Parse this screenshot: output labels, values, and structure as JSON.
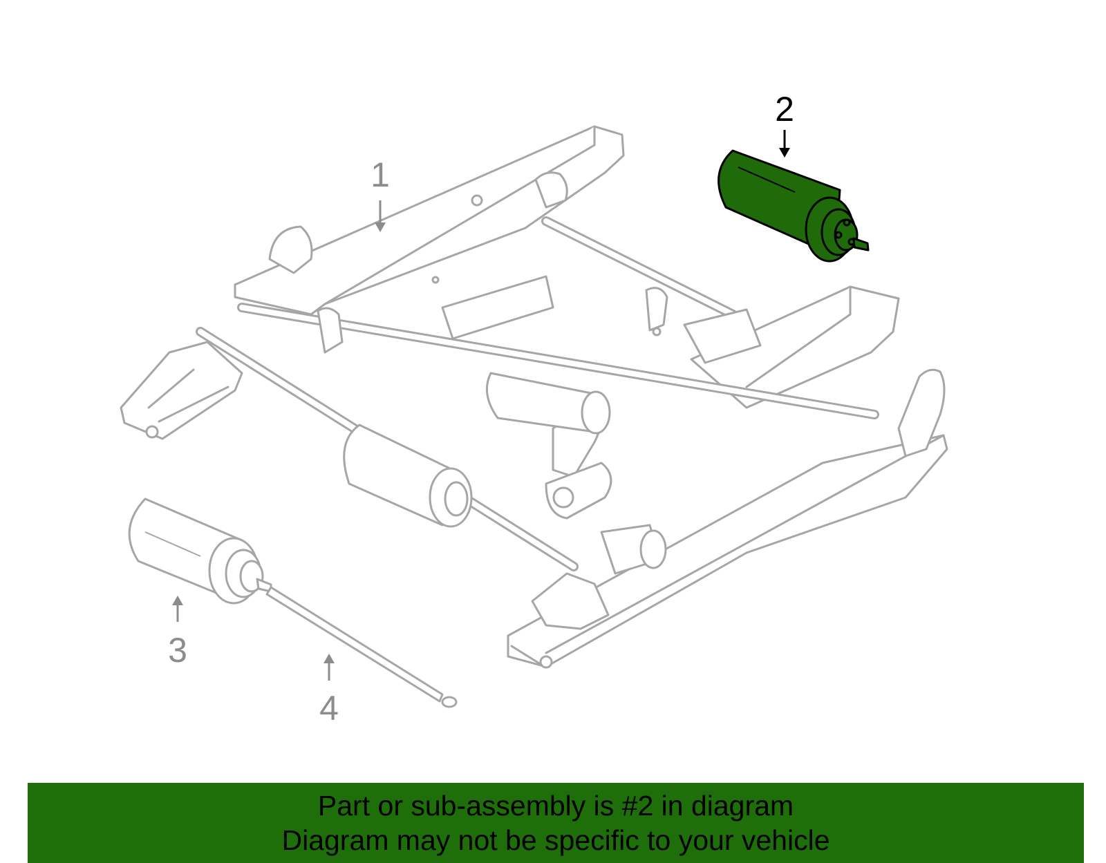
{
  "callouts": {
    "c1": "1",
    "c2": "2",
    "c3": "3",
    "c4": "4"
  },
  "banner": {
    "line1": "Part or sub-assembly is #2 in diagram",
    "line2": "Diagram may not be specific to your vehicle"
  },
  "colors": {
    "highlight_fill": "#1f6b0a",
    "banner_bg": "#1e6e0a",
    "part_outline": "#a6a6a6",
    "callout_inactive": "#8c8c8c",
    "callout_active": "#000000"
  }
}
